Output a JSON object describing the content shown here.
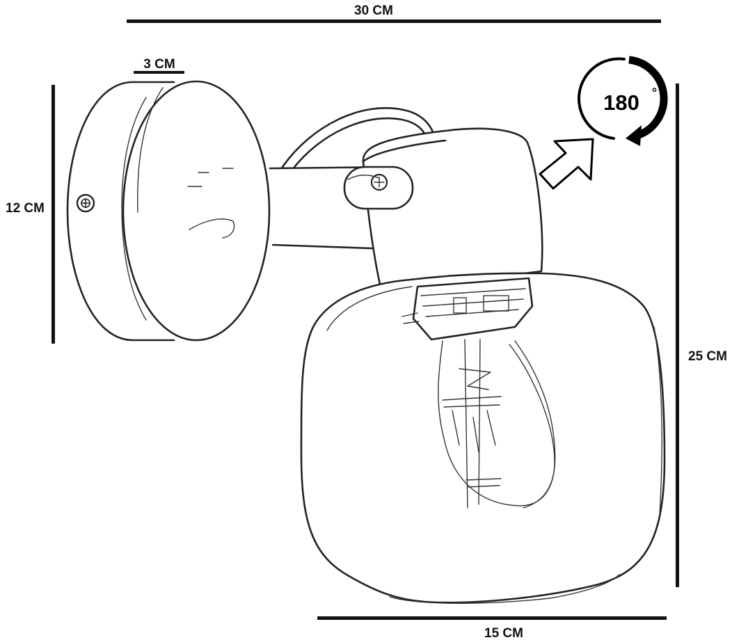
{
  "dimensions": {
    "overall_width": "30 CM",
    "base_depth": "3 CM",
    "base_height": "12 CM",
    "overall_height": "25 CM",
    "shade_width": "15 CM"
  },
  "rotation": {
    "value": "180",
    "unit": "°"
  },
  "colors": {
    "line": "#111111",
    "sketch": "#222222",
    "background": "#ffffff"
  },
  "icons": {
    "rotation": "rotation-arrow-icon",
    "direction": "diagonal-arrow-icon"
  }
}
